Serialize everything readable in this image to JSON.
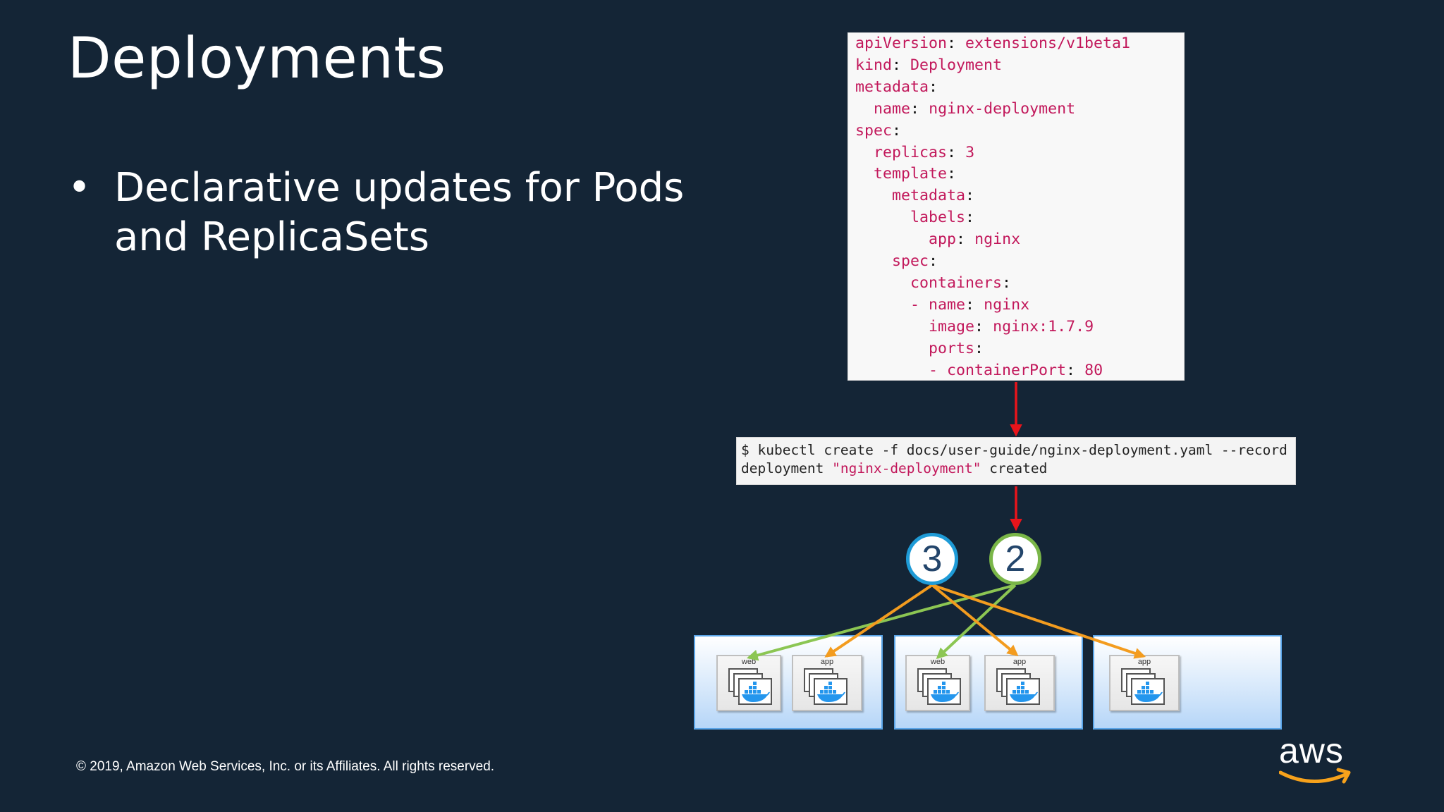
{
  "slide": {
    "title": "Deployments",
    "bullets": [
      "Declarative updates for Pods and ReplicaSets"
    ],
    "footer": "© 2019, Amazon Web Services, Inc. or its Affiliates. All rights reserved.",
    "logo_text": "aws"
  },
  "yaml": [
    {
      "key": "apiVersion",
      "value": "extensions/v1beta1",
      "indent": 0
    },
    {
      "key": "kind",
      "value": "Deployment",
      "indent": 0
    },
    {
      "key": "metadata",
      "value": "",
      "indent": 0
    },
    {
      "key": "name",
      "value": "nginx-deployment",
      "indent": 1
    },
    {
      "key": "spec",
      "value": "",
      "indent": 0
    },
    {
      "key": "replicas",
      "value": "3",
      "indent": 1
    },
    {
      "key": "template",
      "value": "",
      "indent": 1
    },
    {
      "key": "metadata",
      "value": "",
      "indent": 2
    },
    {
      "key": "labels",
      "value": "",
      "indent": 3
    },
    {
      "key": "app",
      "value": "nginx",
      "indent": 4
    },
    {
      "key": "spec",
      "value": "",
      "indent": 2
    },
    {
      "key": "containers",
      "value": "",
      "indent": 3
    },
    {
      "key": "- name",
      "value": "nginx",
      "indent": 3
    },
    {
      "key": "image",
      "value": "nginx:1.7.9",
      "indent": 4
    },
    {
      "key": "ports",
      "value": "",
      "indent": 4
    },
    {
      "key": "- containerPort",
      "value": "80",
      "indent": 4
    }
  ],
  "command": {
    "line1": "$ kubectl create -f docs/user-guide/nginx-deployment.yaml --record",
    "line2_prefix": "deployment ",
    "line2_string": "\"nginx-deployment\"",
    "line2_suffix": " created"
  },
  "replica_counters": [
    {
      "value": "3",
      "color": "#1e9bd7"
    },
    {
      "value": "2",
      "color": "#7ab648"
    }
  ],
  "pods": [
    {
      "label": "web"
    },
    {
      "label": "app"
    },
    {
      "label": "web"
    },
    {
      "label": "app"
    },
    {
      "label": "app"
    }
  ],
  "colors": {
    "background": "#142536",
    "flow_arrow": "#e8141b",
    "counter_3": "#1e9bd7",
    "counter_2": "#7ab648",
    "arrow_app": "#f39c1f",
    "arrow_web": "#8cc653",
    "aws_smile": "#f7a21b"
  }
}
